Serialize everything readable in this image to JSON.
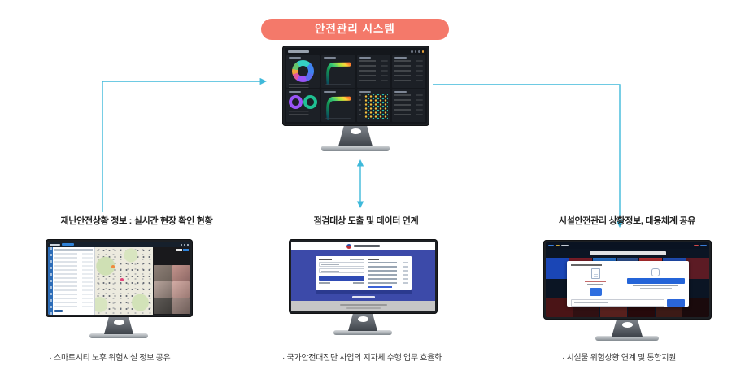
{
  "title": {
    "label": "안전관리 시스템"
  },
  "colors": {
    "title_pill": "#f4796a",
    "arrow": "#3fb9da",
    "portal_blue": "#3c4aa9",
    "dashboard_bg": "#14171c"
  },
  "branches": [
    {
      "id": "left",
      "label": "재난안전상황 정보 : 실시간 현장 확인 현황",
      "caption": "· 스마트시티 노후 위험시설 정보 공유"
    },
    {
      "id": "center",
      "label": "점검대상 도출 및 데이터 연계",
      "caption": "· 국가안전대진단 사업의 지자체 수행 업무 효율화"
    },
    {
      "id": "right",
      "label": "시설안전관리 상황정보, 대응체계 공유",
      "caption": "· 시설물 위험상황 연계 및 통합지원"
    }
  ]
}
